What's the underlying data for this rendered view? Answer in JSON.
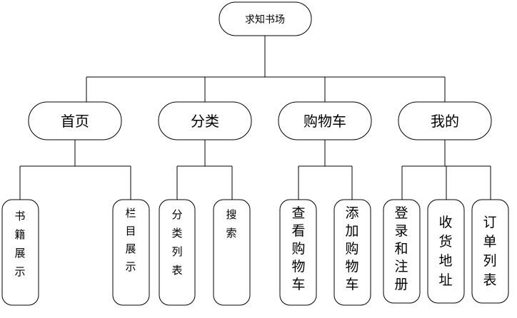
{
  "root": {
    "label": "求知书场"
  },
  "categories": [
    {
      "label": "首页",
      "children": [
        {
          "label": "书籍展示"
        },
        {
          "label": "栏目展示"
        }
      ]
    },
    {
      "label": "分类",
      "children": [
        {
          "label": "分类列表"
        },
        {
          "label": "搜索"
        }
      ]
    },
    {
      "label": "购物车",
      "children": [
        {
          "label": "查看购物车"
        },
        {
          "label": "添加购物车"
        }
      ]
    },
    {
      "label": "我的",
      "children": [
        {
          "label": "登录和注册"
        },
        {
          "label": "收货地址"
        },
        {
          "label": "订单列表"
        }
      ]
    }
  ]
}
